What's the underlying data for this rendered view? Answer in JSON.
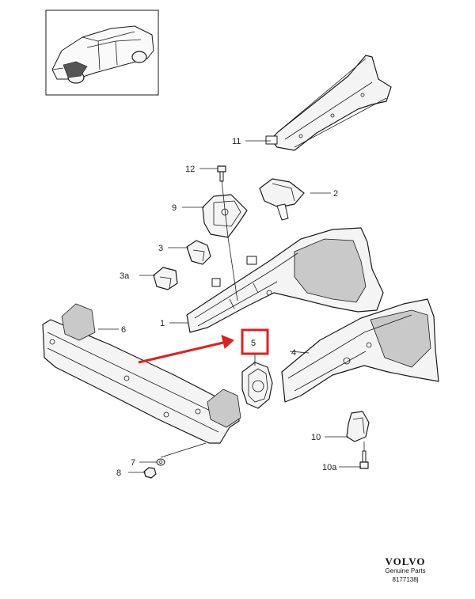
{
  "callouts": {
    "c1": "1",
    "c2": "2",
    "c3": "3",
    "c3a": "3a",
    "c4": "4",
    "c5": "5",
    "c6": "6",
    "c7": "7",
    "c8": "8",
    "c9": "9",
    "c10": "10",
    "c10a": "10a",
    "c11": "11",
    "c12": "12"
  },
  "brand": {
    "name": "VOLVO",
    "subtitle": "Genuine Parts",
    "code": "8177138j"
  },
  "highlight": {
    "color": "#e02020",
    "target": "5"
  }
}
